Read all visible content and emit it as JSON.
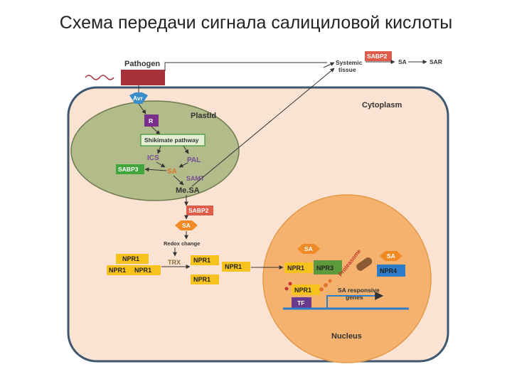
{
  "title": "Схема передачи сигнала салициловой кислоты",
  "diagram": {
    "pathogen": "Pathogen",
    "avr": "Avr",
    "r": "R",
    "plastid": "Plastid",
    "cytoplasm": "Cytoplasm",
    "nucleus": "Nucleus",
    "shikimate": "Shikimate pathway",
    "ics": "ICS",
    "pal": "PAL",
    "sa": "SA",
    "sabp3": "SABP3",
    "samt": "SAMT",
    "mesa": "Me.SA",
    "sabp2": "SABP2",
    "systemic_line1": "Systemic",
    "systemic_line2": "tissue",
    "sar": "SAR",
    "redox": "Redox change",
    "trx": "TRX",
    "npr1": "NPR1",
    "npr3": "NPR3",
    "npr4": "NPR4",
    "proteasome": "Proteasome",
    "tf": "TF",
    "sa_genes_line1": "SA responsive",
    "sa_genes_line2": "genes"
  },
  "colors": {
    "cell_fill": "#fbe3d4",
    "cell_stroke": "#3f5870",
    "plastid_fill": "#b2bc8a",
    "nucleus_fill": "#f4b26e",
    "sa_hex": "#f08a24",
    "npr1_box": "#f7c21c",
    "npr3_box": "#5d9a3b",
    "npr4_box": "#2d7cc9",
    "sabp2_box": "#e05c4a",
    "pathogen_box": "#a8323a",
    "avr_box": "#3a8ec9",
    "r_box": "#7a2f8c",
    "tf_box": "#6a3a8c",
    "sabp3_box": "#42a53c"
  }
}
